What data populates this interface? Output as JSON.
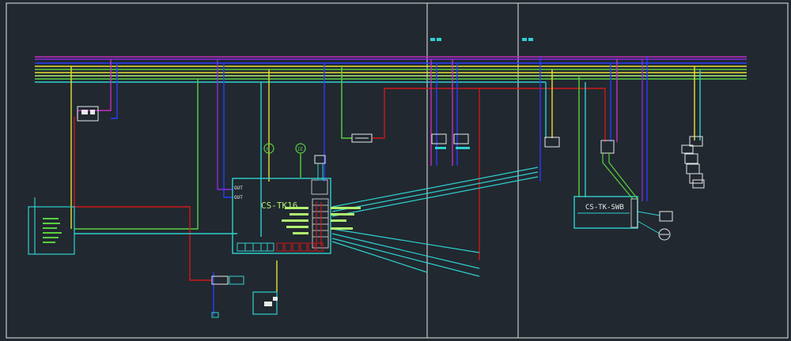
{
  "colors": {
    "background": "#212830",
    "frame": "#c8c8c8",
    "cyan": "#2fd0d0",
    "blue": "#2a3cff",
    "red": "#d01818",
    "magenta": "#c030c0",
    "purple": "#8a2be2",
    "yellow": "#e8e030",
    "green": "#5ad040",
    "lightgreen": "#b0f070",
    "white": "#e8e8e8"
  },
  "labels": {
    "tk16": "CS-TK16",
    "tkswb": "CS-TK-SWB",
    "out1": "OUT",
    "out2": "OUT",
    "circle1": "M",
    "circle2": "IE"
  }
}
